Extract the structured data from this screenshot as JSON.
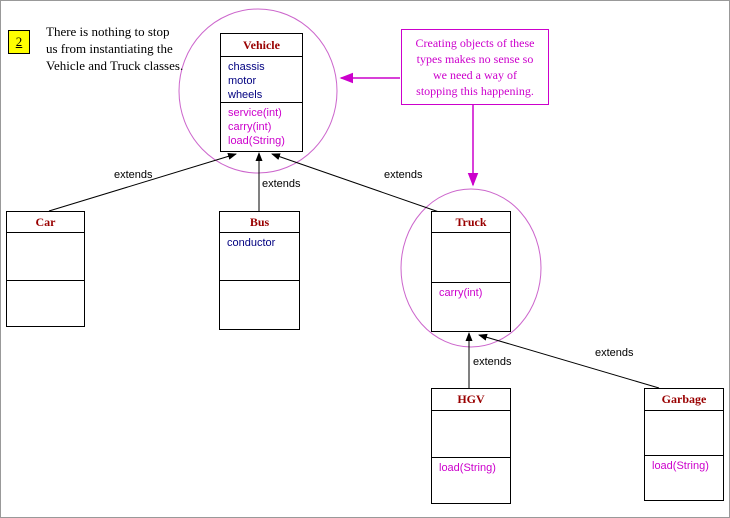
{
  "badge": {
    "number": "2"
  },
  "caption": {
    "lines": [
      "There is nothing to stop",
      "us from instantiating the",
      "Vehicle and Truck classes."
    ]
  },
  "note": {
    "lines": [
      "Creating objects of these",
      "types makes no sense so",
      "we need a way of",
      "stopping this happening."
    ]
  },
  "classes": {
    "vehicle": {
      "title": "Vehicle",
      "attributes": [
        "chassis",
        "motor",
        "wheels"
      ],
      "methods": [
        "service(int)",
        "carry(int)",
        "load(String)"
      ]
    },
    "car": {
      "title": "Car",
      "attributes": [],
      "methods": []
    },
    "bus": {
      "title": "Bus",
      "attributes": [
        "conductor"
      ],
      "methods": []
    },
    "truck": {
      "title": "Truck",
      "attributes": [],
      "methods": [
        "carry(int)"
      ]
    },
    "hgv": {
      "title": "HGV",
      "attributes": [],
      "methods": [
        "load(String)"
      ]
    },
    "garbage": {
      "title": "Garbage",
      "attributes": [],
      "methods": [
        "load(String)"
      ]
    }
  },
  "edges": {
    "labels": {
      "car_vehicle": "extends",
      "bus_vehicle": "extends",
      "truck_vehicle": "extends",
      "hgv_truck": "extends",
      "garbage_truck": "extends"
    }
  },
  "colors": {
    "class_title": "#990000",
    "attribute_text": "#000080",
    "method_text": "#cc00cc",
    "note_accent": "#cc00cc",
    "ellipse_stroke": "#cc66cc",
    "inherit_line": "#000000",
    "badge_bg": "#ffff00"
  }
}
